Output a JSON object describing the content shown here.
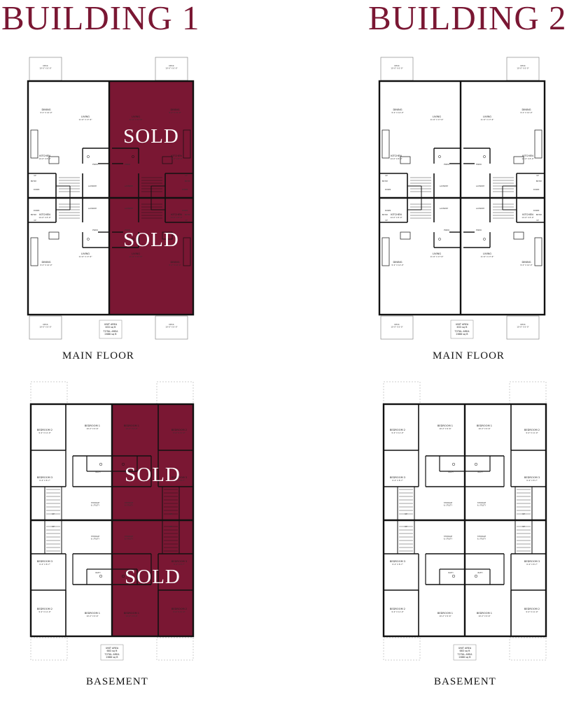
{
  "titles": {
    "building_1": "BUILDING 1",
    "building_2": "BUILDING 2"
  },
  "floor_labels": {
    "main": "MAIN FLOOR",
    "basement": "BASEMENT"
  },
  "sold_label": "SOLD",
  "colors": {
    "title": "#7a1733",
    "sold_fill": "#7a1733",
    "wall": "#111111"
  },
  "main_floor": {
    "rooms": {
      "deck": "DECK",
      "dining": "DINING",
      "living": "LIVING",
      "kitchen": "KITCHEN",
      "powder": "PWDR",
      "laundry": "LAUNDRY",
      "entry": "ENTRY",
      "up": "UP",
      "down": "DOWN"
    },
    "dims": {
      "deck": "10'-0\" X 6'-0\"",
      "dining": "9'-2\" X 14'-0\"",
      "living": "11'-6\" X 17'-6\"",
      "kitchen": "14'-0\" X 8'-0\""
    },
    "unit_area": {
      "l1": "UNIT AREA",
      "l2": "633 sq ft",
      "l3": "TOTAL AREA",
      "l4": "2666 sq ft"
    }
  },
  "basement": {
    "rooms": {
      "bedroom1": "BEDROOM 1",
      "bedroom2": "BEDROOM 2",
      "bedroom3": "BEDROOM 3",
      "bath": "BATH",
      "storage": "STORAGE",
      "utility": "& UTILITY",
      "up": "UP"
    },
    "dims": {
      "bedroom1": "10'-2\" X 9'-6\"",
      "bedroom2": "9'-4\" X 11'-0\"",
      "bedroom3": "9'-4\" X 8'-7\""
    },
    "unit_area": {
      "l1": "UNIT AREA",
      "l2": "683 sq ft",
      "l3": "TOTAL AREA",
      "l4": "2666 sq ft"
    }
  },
  "buildings": [
    {
      "name": "building-1",
      "main_sold": [
        1,
        3
      ],
      "basement_sold": [
        1,
        3
      ]
    },
    {
      "name": "building-2",
      "main_sold": [],
      "basement_sold": []
    }
  ]
}
